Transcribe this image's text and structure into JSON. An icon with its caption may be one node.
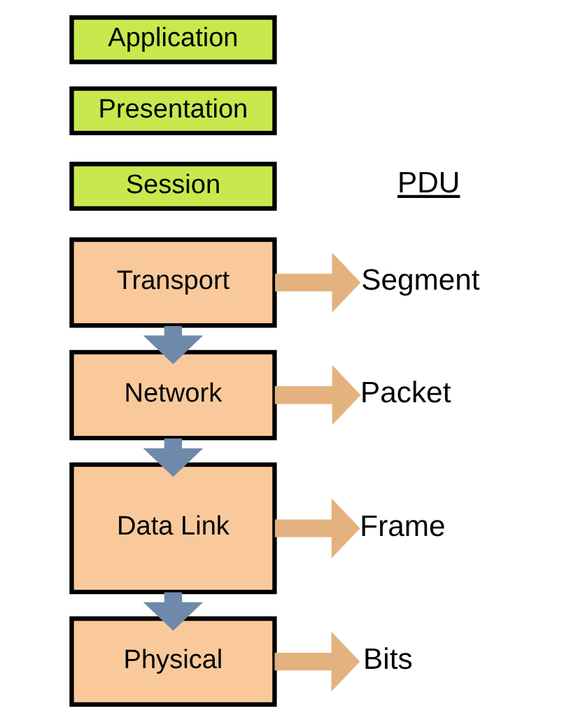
{
  "diagram": {
    "nodes": [
      {
        "text": [
          "Application"
        ]
      },
      {
        "text": [
          "Presentation"
        ]
      },
      {
        "text": [
          "Session"
        ]
      },
      {
        "text": [
          "Transport"
        ]
      },
      {
        "text": [
          "Network"
        ]
      },
      {
        "text": [
          "Data Link"
        ]
      },
      {
        "text": [
          "Physical"
        ]
      },
      {
        "text": [
          "Segment"
        ]
      },
      {
        "text": [
          "Packet"
        ]
      },
      {
        "text": [
          "Frame"
        ]
      },
      {
        "text": [
          "Bits"
        ]
      }
    ],
    "edges": [
      {
        "from": 3,
        "to": 7,
        "arrow": "to"
      },
      {
        "from": 3,
        "to": 4,
        "arrow": "to",
        "color": "#6f89aa"
      },
      {
        "from": 4,
        "to": 8,
        "arrow": "to"
      },
      {
        "from": 4,
        "to": 5,
        "arrow": "to",
        "color": "#6f89aa"
      },
      {
        "from": 5,
        "to": 9,
        "arrow": "to"
      },
      {
        "from": 5,
        "to": 6,
        "arrow": "to",
        "color": "#6f89aa"
      },
      {
        "from": 6,
        "to": 10,
        "arrow": "to"
      }
    ],
    "labels": [
      "PDU"
    ]
  }
}
